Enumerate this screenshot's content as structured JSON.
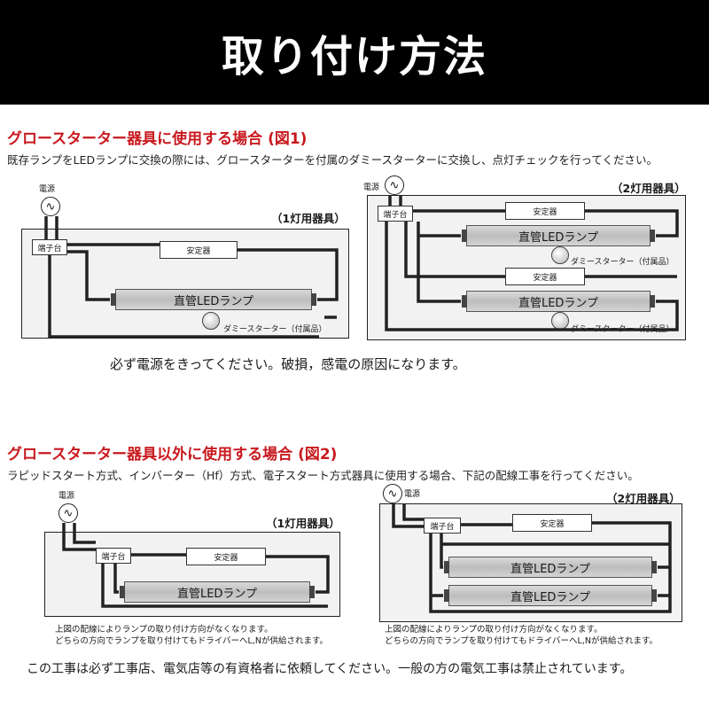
{
  "header": {
    "title": "取り付け方法"
  },
  "section1": {
    "heading": "グロースターター器具に使用する場合 (図1)",
    "description": "既存ランプをLEDランプに交換の際には、グロースターターを付属のダミースターターに交換し、点灯チェックを行ってください。",
    "left": {
      "label": "（1灯用器具）",
      "power": "電源",
      "terminal": "端子台",
      "ballast": "安定器",
      "lamp": "直管LEDランプ",
      "starter": "ダミースターター（付属品）"
    },
    "right": {
      "label": "（2灯用器具）",
      "power": "電源",
      "terminal": "端子台",
      "ballast": "安定器",
      "lamp": "直管LEDランプ",
      "starter": "ダミースターター（付属品）"
    },
    "warning": "必ず電源をきってください。破損，感電の原因になります。"
  },
  "section2": {
    "heading": "グロースターター器具以外に使用する場合 (図2)",
    "description": "ラピッドスタート方式、インバーター（Hf）方式、電子スタート方式器具に使用する場合、下記の配線工事を行ってください。",
    "left": {
      "label": "（1灯用器具）",
      "power": "電源",
      "terminal": "端子台",
      "ballast": "安定器",
      "lamp": "直管LEDランプ"
    },
    "right": {
      "label": "（2灯用器具）",
      "power": "電源",
      "terminal": "端子台",
      "ballast": "安定器",
      "lamp": "直管LEDランプ"
    },
    "note_line1": "上図の配線によりランプの取り付け方向がなくなります。",
    "note_line2": "どちらの方向でランプを取り付けてもドライバーへL,Nが供給されます。"
  },
  "footer": {
    "text": "この工事は必ず工事店、電気店等の有資格者に依頼してください。一般の方の電気工事は禁止されています。"
  },
  "icons": {
    "power_source": "ac-source-icon"
  }
}
